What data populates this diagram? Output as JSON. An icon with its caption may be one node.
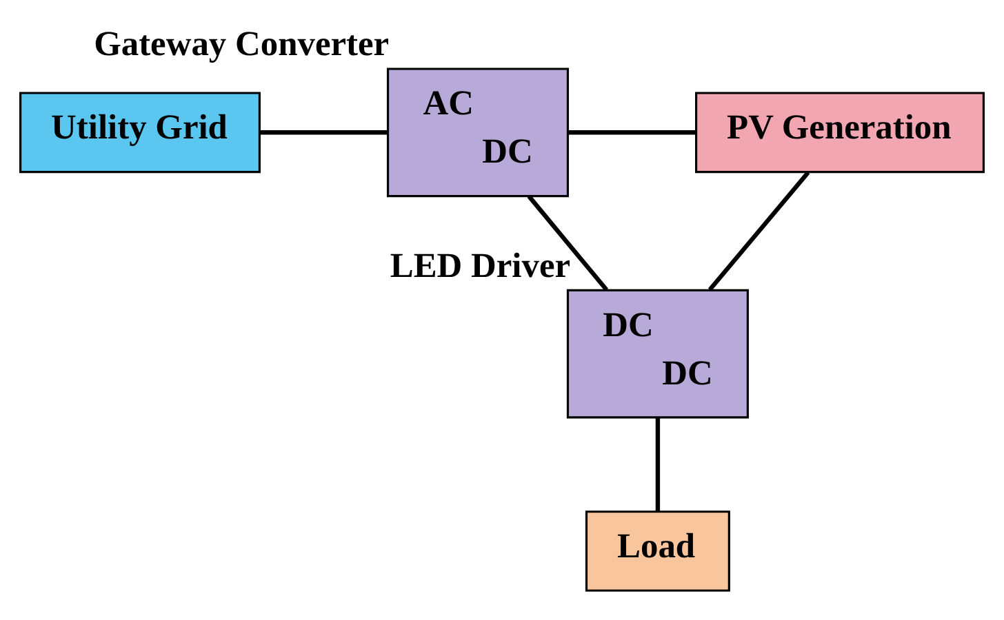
{
  "diagram": {
    "nodes": [
      {
        "text": [
          "Utility Grid"
        ]
      },
      {
        "text": [
          "AC",
          "DC"
        ],
        "beside": [
          "Gateway Converter"
        ]
      },
      {
        "text": [
          "PV Generation"
        ]
      },
      {
        "text": [
          "DC",
          "DC"
        ],
        "beside": [
          "LED Driver"
        ]
      },
      {
        "text": [
          "Load"
        ]
      }
    ],
    "edges": [
      {
        "from": 0,
        "to": 1,
        "arrow": "none"
      },
      {
        "from": 1,
        "to": 2,
        "arrow": "none"
      },
      {
        "from": 1,
        "to": 3,
        "arrow": "none"
      },
      {
        "from": 2,
        "to": 3,
        "arrow": "none"
      },
      {
        "from": 3,
        "to": 4,
        "arrow": "none"
      }
    ]
  }
}
